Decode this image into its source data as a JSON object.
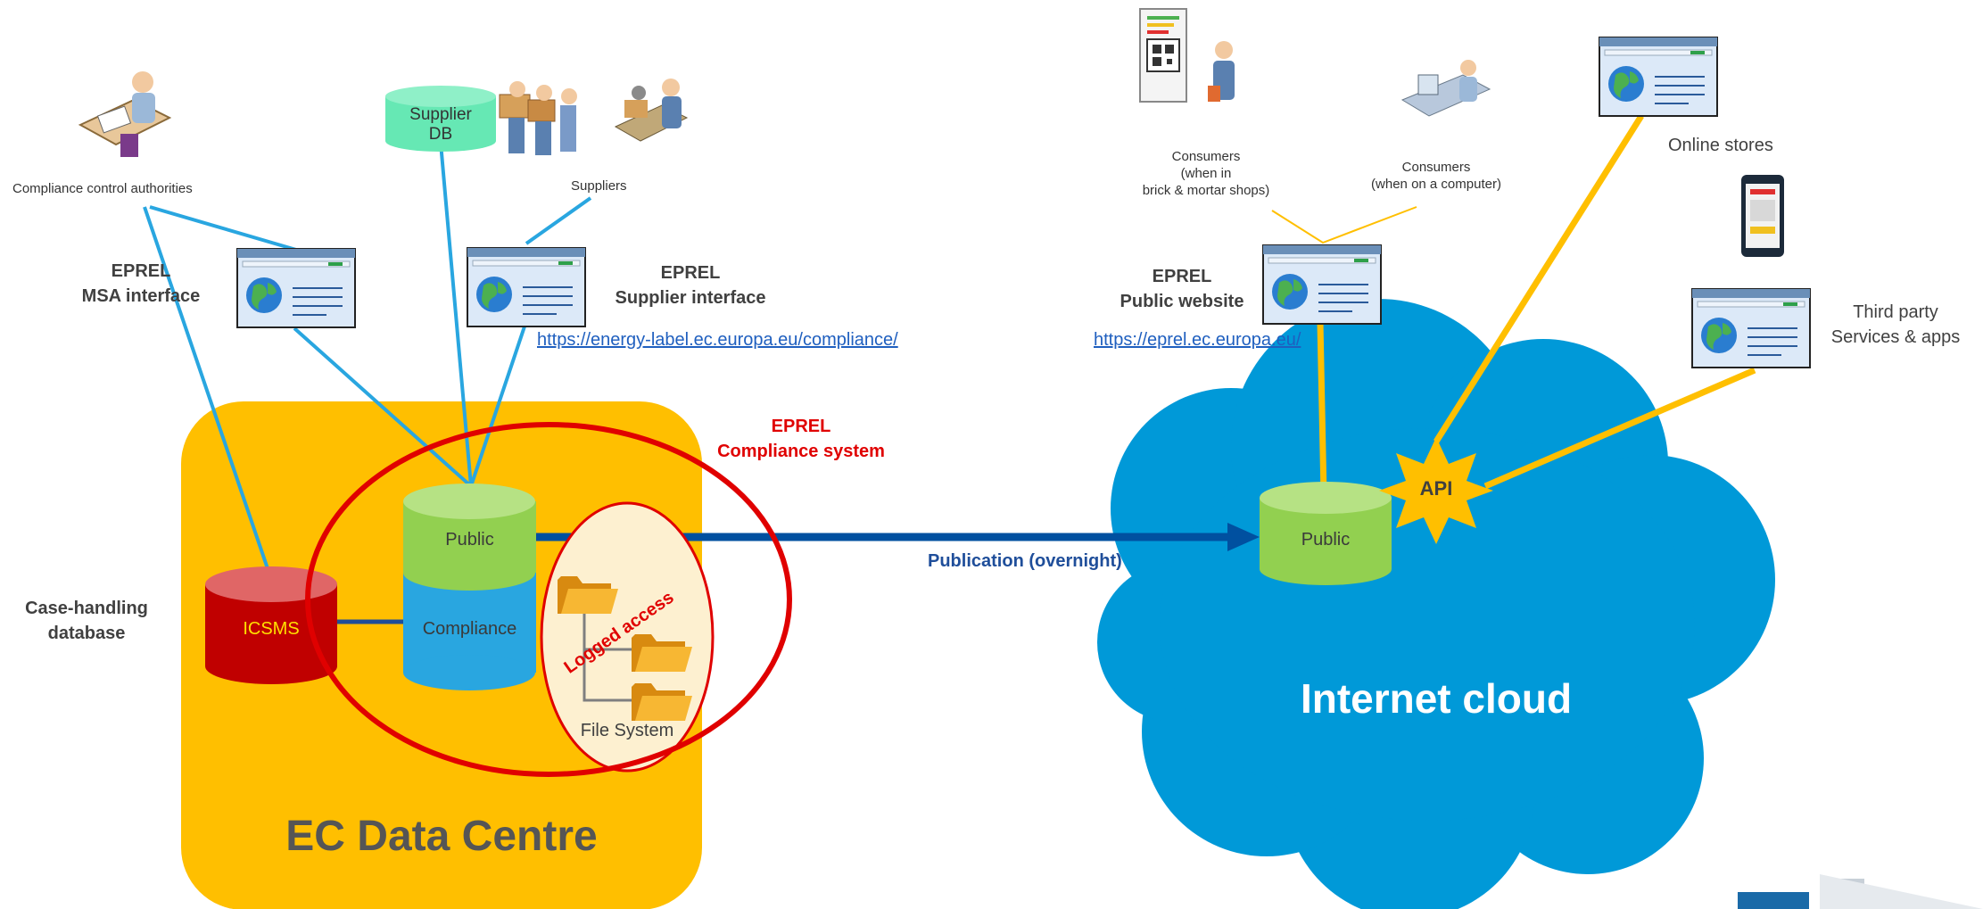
{
  "colors": {
    "data_centre": "#ffbf00",
    "cloud": "#0099d8",
    "green_db": "#92d050",
    "blue_db": "#29a6e0",
    "icsms_red": "#c00000",
    "supplier_db": "#66e8b4",
    "compliance_ring": "#e00000",
    "yellow_line": "#ffbf00",
    "blue_line": "#29a6e0",
    "arrow": "#0050a0",
    "link": "#1f5fbf"
  },
  "icons": {
    "authority": "office-worker-icon",
    "suppliers_group": "people-with-boxes-icon",
    "supplier_worker": "factory-worker-icon",
    "consumer_shop": "person-with-label-icon",
    "consumer_computer": "person-at-computer-icon",
    "browser": "browser-window-globe-icon",
    "phone": "mobile-phone-icon",
    "folder": "folder-icon"
  },
  "left": {
    "compliance_authorities": "Compliance control authorities",
    "supplier_db_line1": "Supplier",
    "supplier_db_line2": "DB",
    "suppliers": "Suppliers",
    "msa_line1": "EPREL",
    "msa_line2": "MSA interface",
    "supplier_if_line1": "EPREL",
    "supplier_if_line2": "Supplier interface",
    "supplier_link": "https://energy-label.ec.europa.eu/compliance/",
    "compliance_sys_line1": "EPREL",
    "compliance_sys_line2": "Compliance system",
    "case_line1": "Case-handling",
    "case_line2": "database",
    "icsms": "ICSMS",
    "public_db": "Public",
    "compliance_db": "Compliance",
    "logged_access": "Logged access",
    "file_system": "File System",
    "data_centre": "EC Data Centre"
  },
  "middle": {
    "publication": "Publication (overnight)"
  },
  "right": {
    "consumers_shop_line1": "Consumers",
    "consumers_shop_line2": "(when in",
    "consumers_shop_line3": "brick & mortar shops)",
    "consumers_computer_line1": "Consumers",
    "consumers_computer_line2": "(when on a computer)",
    "online_stores": "Online stores",
    "public_site_line1": "EPREL",
    "public_site_line2": "Public website",
    "public_link": "https://eprel.ec.europa.eu/",
    "third_party_line1": "Third party",
    "third_party_line2": "Services & apps",
    "api": "API",
    "public_db": "Public",
    "cloud": "Internet cloud"
  }
}
